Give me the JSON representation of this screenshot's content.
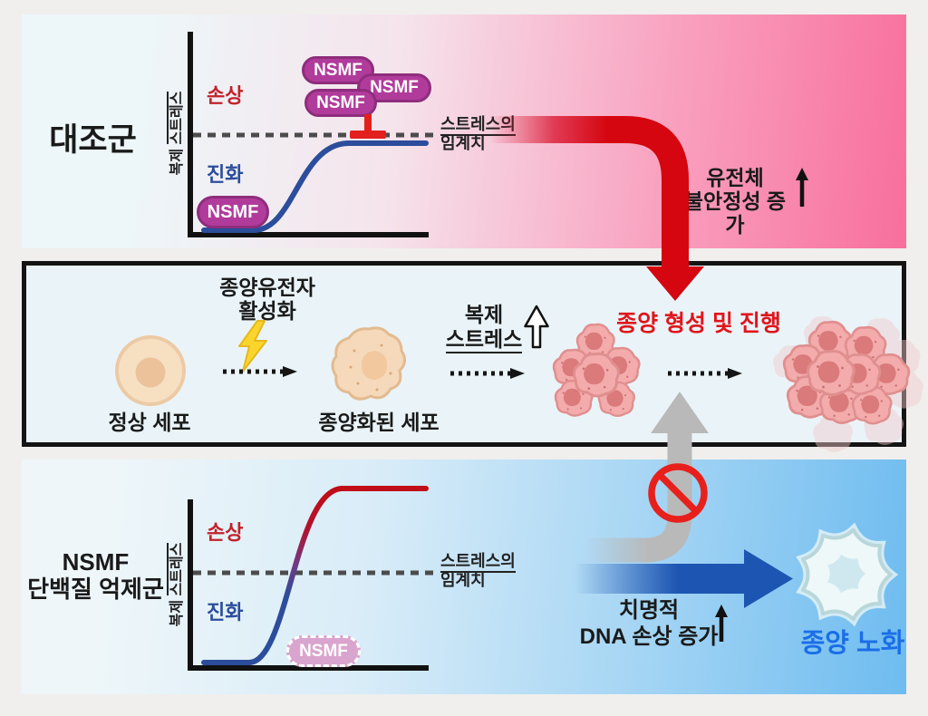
{
  "control": {
    "title": "대조군",
    "graph": {
      "y_label_1": "복제",
      "y_label_2": "스트레스",
      "damage": "손상",
      "evolution": "진화",
      "pill_1": "NSMF",
      "pill_2": "NSMF",
      "pill_3": "NSMF",
      "pill_low": "NSMF"
    },
    "threshold_line1": "스트레스의",
    "threshold_line2": "임계치",
    "genome_line1": "유전체",
    "genome_line2": "불안정성 증가"
  },
  "process": {
    "oncogene_line1": "종양유전자",
    "oncogene_line2": "활성화",
    "normal_cell_label": "정상 세포",
    "tumorized_cell_label": "종양화된 세포",
    "replication_line1": "복제",
    "replication_line2": "스트레스",
    "progression_label": "종양 형성 및 진행"
  },
  "suppressed": {
    "title_line1": "NSMF",
    "title_line2": "단백질 억제군",
    "graph": {
      "y_label_1": "복제",
      "y_label_2": "스트레스",
      "damage": "손상",
      "evolution": "진화",
      "pill": "NSMF"
    },
    "threshold_line1": "스트레스의",
    "threshold_line2": "임계치",
    "dna_line1": "치명적",
    "dna_line2": "DNA 손상 증가",
    "senescence_label": "종양 노화"
  },
  "colors": {
    "nsmf_pill": "#b13b9b",
    "nsmf_pill_faded": "#d9a4cd",
    "damage_red": "#c2222b",
    "evolution_blue": "#2b4d9b",
    "flow_arrow_red": "#d5060f",
    "flow_arrow_gray": "#b9b9b9",
    "flow_arrow_blue": "#1d55b2",
    "progression_red": "#e0151c",
    "senescence_blue": "#1b6ee8",
    "prohibition_red": "#e8201c"
  }
}
